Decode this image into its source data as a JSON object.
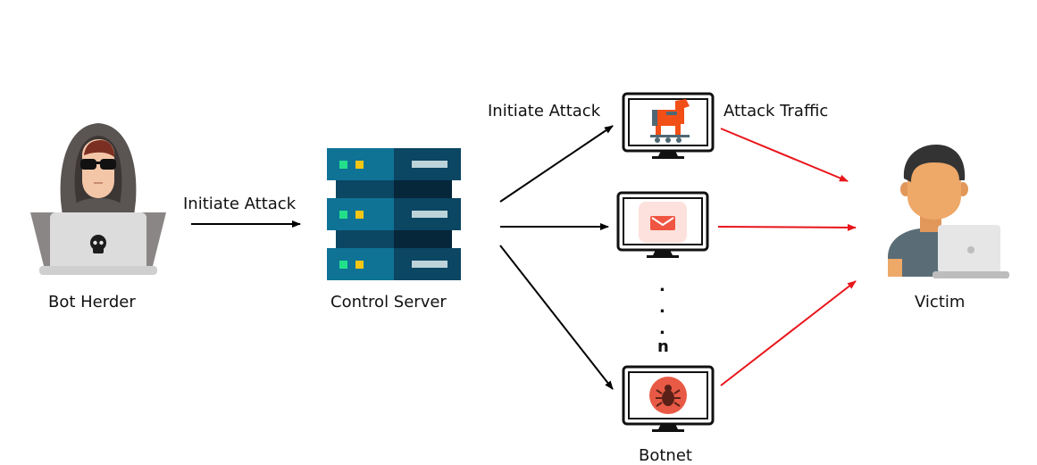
{
  "diagram": {
    "nodes": {
      "bot_herder": {
        "label": "Bot Herder",
        "icon": "hooded-hacker-laptop-icon"
      },
      "control_server": {
        "label": "Control Server",
        "icon": "server-rack-icon"
      },
      "botnet": {
        "label": "Botnet",
        "computers": [
          {
            "icon": "trojan-horse-icon",
            "screen": "monitor-icon"
          },
          {
            "icon": "envelope-icon",
            "screen": "monitor-icon"
          },
          {
            "icon": "bug-icon",
            "screen": "monitor-icon"
          }
        ],
        "ellipsis": ".",
        "count_label": "n"
      },
      "victim": {
        "label": "Victim",
        "icon": "user-laptop-icon"
      }
    },
    "edges": {
      "herder_to_server": "Initiate Attack",
      "server_to_botnet": "Initiate Attack",
      "botnet_to_victim": "Attack Traffic"
    },
    "colors": {
      "command_arrow": "#000000",
      "attack_arrow": "#e8151b",
      "server_dark": "#0b4663",
      "server_light": "#0f7396",
      "trojan": "#f24f17",
      "bug_circle": "#e85a45",
      "envelope": "#f05542"
    }
  }
}
